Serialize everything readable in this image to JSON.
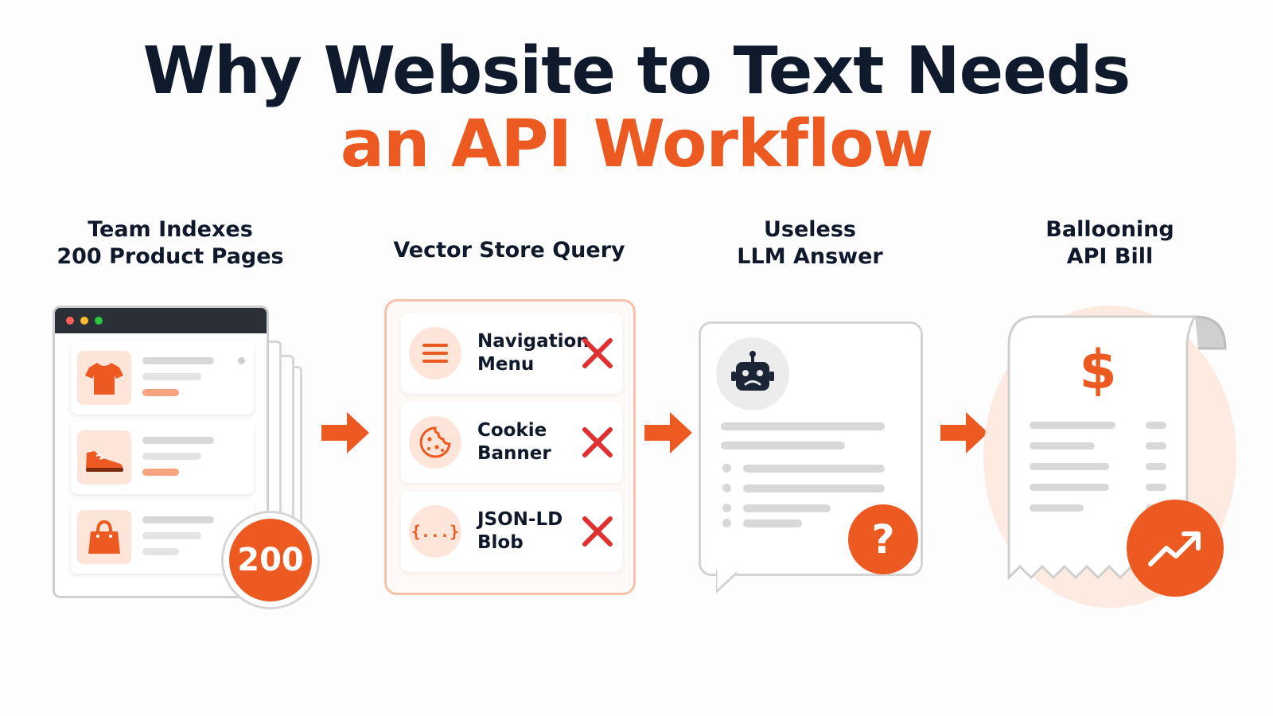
{
  "title": {
    "line1": "Why Website to Text Needs",
    "line2": "an API Workflow"
  },
  "colors": {
    "accent": "#ec5a21",
    "dark": "#0f1b2d",
    "error_x": "#e03131",
    "soft_accent": "#fde5d9"
  },
  "steps": [
    {
      "label_line1": "Team Indexes",
      "label_line2": "200 Product Pages"
    },
    {
      "label_line1": "Vector Store Query"
    },
    {
      "label_line1": "Useless",
      "label_line2": "LLM Answer"
    },
    {
      "label_line1": "Ballooning",
      "label_line2": "API Bill"
    }
  ],
  "indexing": {
    "page_count": "200",
    "products": [
      {
        "icon": "t-shirt-icon"
      },
      {
        "icon": "sneaker-icon"
      },
      {
        "icon": "handbag-icon"
      }
    ]
  },
  "vector_store": {
    "results": [
      {
        "line1": "Navigation",
        "line2": "Menu",
        "icon": "menu-icon",
        "status": "rejected"
      },
      {
        "line1": "Cookie",
        "line2": "Banner",
        "icon": "cookie-icon",
        "status": "rejected"
      },
      {
        "line1": "JSON-LD",
        "line2": "Blob",
        "icon": "code-braces-icon",
        "status": "rejected"
      }
    ],
    "braces_glyph": "{...}"
  },
  "answer": {
    "bot_icon": "sad-robot-icon",
    "badge": "?"
  },
  "bill": {
    "currency_symbol": "$",
    "badge_icon": "trending-up-icon"
  }
}
